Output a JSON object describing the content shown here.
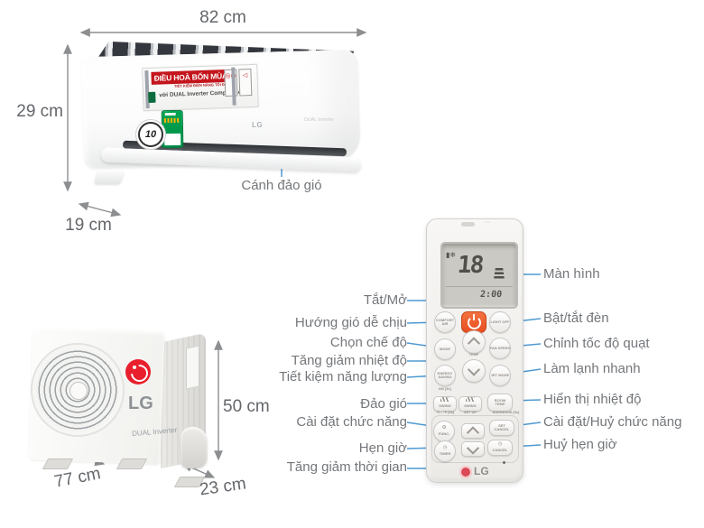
{
  "colors": {
    "callout_blue": "#4f9ad2",
    "arrow_gray": "#8c8e90",
    "power_orange": "#ee5b2f",
    "banner_red": "#c4151c",
    "lg_red": "#e91f2d"
  },
  "indoor_unit": {
    "width_label": "82 cm",
    "height_label": "29 cm",
    "depth_label": "19 cm",
    "flap_callout": "Cánh đảo gió",
    "sticker": {
      "banner": "ĐIỀU HOÀ BỐN MÙA",
      "line2": "TIẾT KIỆM ĐIỆN NĂNG TỐI ĐA",
      "line3": "với DUAL Inverter Compressor™"
    },
    "warranty_badge": "10",
    "brand": "LG",
    "side_text": "DUAL Inverter"
  },
  "outdoor_unit": {
    "width_label": "77 cm",
    "depth_label": "23 cm",
    "height_label": "50 cm",
    "brand": "LG",
    "model_text": "DUAL Inverter"
  },
  "remote": {
    "display": {
      "temp": "18",
      "time": "2:00"
    },
    "buttons": {
      "comfort_air": "COMFORT AIR",
      "light_off": "LIGHT OFF",
      "mode": "MODE",
      "fan_speed": "FAN SPEED",
      "temp_label": "TEMP",
      "energy_saving": "ENERGY SAVING",
      "energy_saving_sub": "kW [3s]",
      "jet_mode": "JET MODE",
      "swing_vertical": "SWING",
      "swing_vertical_sub": "°C↔°F [5s]",
      "swing_horizontal": "SWING",
      "swing_horizontal_sub": "SET UP",
      "room_temp": "ROOM TEMP",
      "room_temp_sub": "DIAGNOSIS [5s]",
      "func": "FUNC.",
      "set_cancel": "SET CANCEL",
      "timer": "TIMER",
      "cancel": "CANCEL"
    },
    "brand": "LG"
  },
  "callouts_left": [
    {
      "label": "Tắt/Mở"
    },
    {
      "label": "Hướng gió dễ chịu"
    },
    {
      "label": "Chọn chế độ"
    },
    {
      "label": "Tăng giảm nhiệt độ"
    },
    {
      "label": "Tiết kiệm năng lượng"
    },
    {
      "label": "Đảo gió"
    },
    {
      "label": "Cài đặt chức năng"
    },
    {
      "label": "Hẹn giờ"
    },
    {
      "label": "Tăng giảm thời gian"
    }
  ],
  "callouts_right": [
    {
      "label": "Màn hình"
    },
    {
      "label": "Bật/tắt đèn"
    },
    {
      "label": "Chỉnh tốc độ quạt"
    },
    {
      "label": "Làm lạnh nhanh"
    },
    {
      "label": "Hiển thị nhiệt độ"
    },
    {
      "label": "Cài đặt/Huỷ chức năng"
    },
    {
      "label": "Huỷ hẹn giờ"
    }
  ]
}
